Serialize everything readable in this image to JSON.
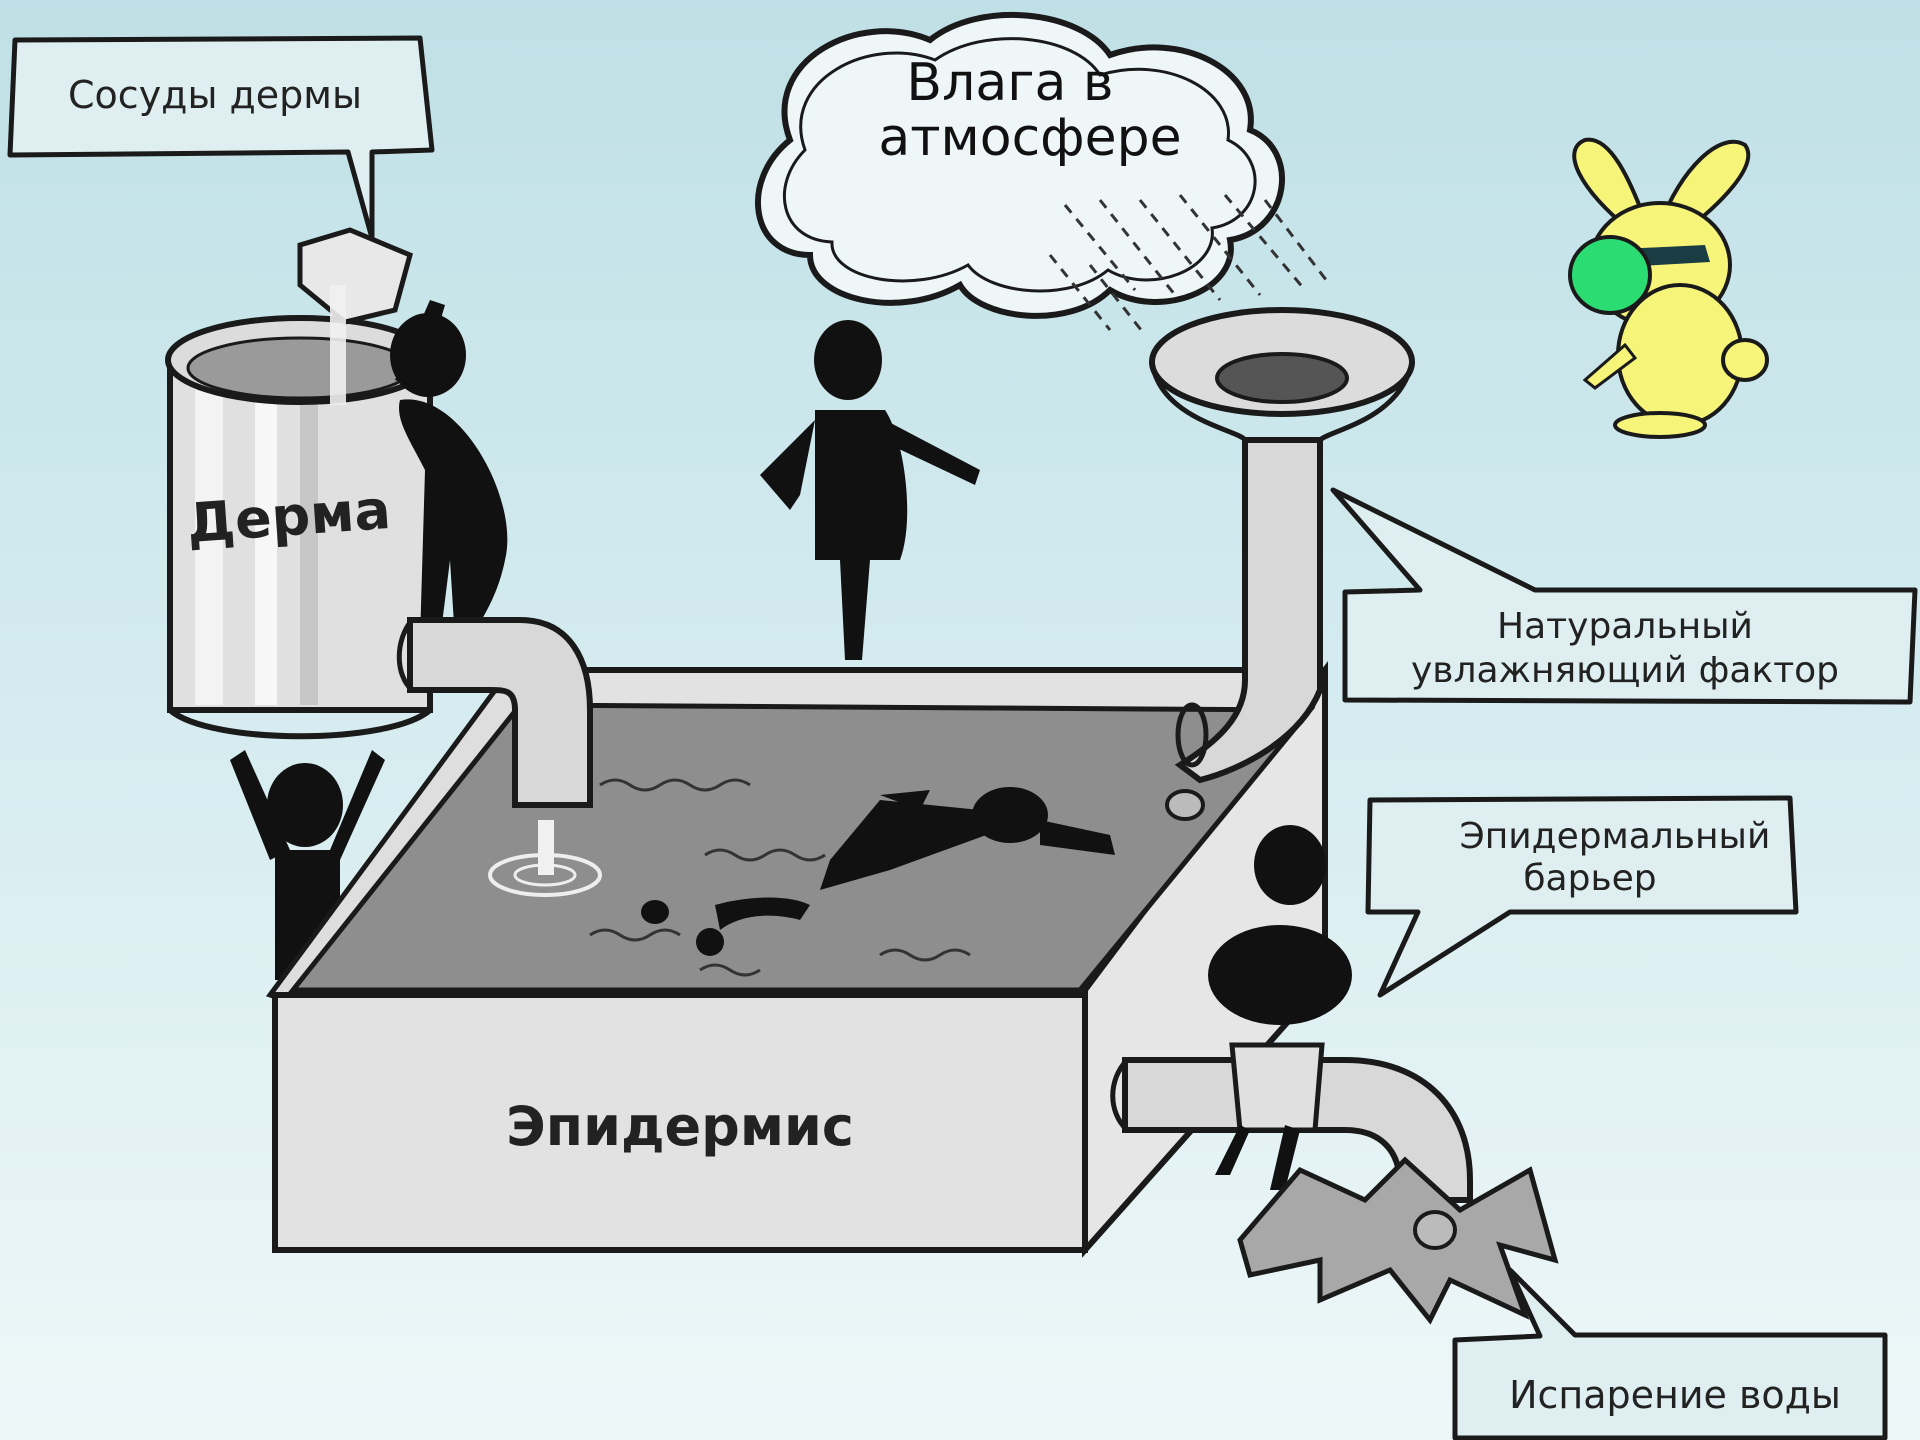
{
  "labels": {
    "vessels": "Сосуды дермы",
    "moisture_line1": "Влага в",
    "moisture_line2": "атмосфере",
    "natural_factor_line1": "Натуральный",
    "natural_factor_line2": "увлажняющий фактор",
    "barrier_line1": "Эпидермальный",
    "barrier_line2": "барьер",
    "evaporation": "Испарение воды",
    "derma": "Дерма",
    "epidermis": "Эпидермис"
  },
  "colors": {
    "background_top": "#bfe0e6",
    "background_bottom": "#eef7f8",
    "outline": "#1a1a1a",
    "container_fill": "#dcdcdc",
    "water_fill": "#8e8e8e",
    "rabbit_yellow": "#f7f47a",
    "rabbit_nose": "#2bdc72"
  }
}
